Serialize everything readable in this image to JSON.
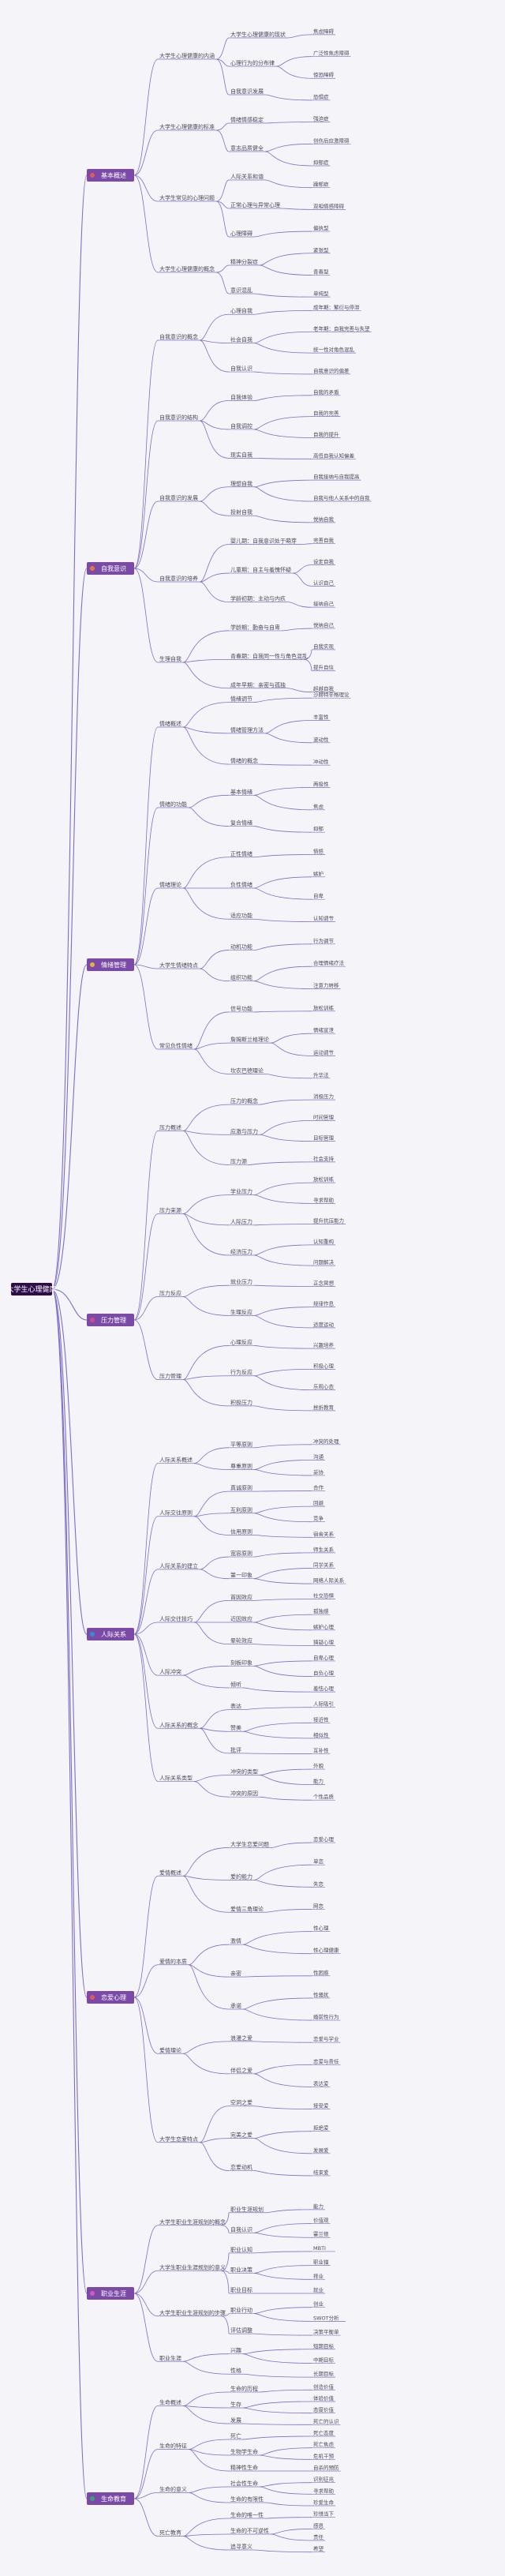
{
  "root": {
    "label": "大学生心理健康"
  },
  "colors": {
    "root_fill": "#2e0b4a",
    "chapter_fill": "#7a4aa6",
    "line": "#7a6fc8",
    "text": "#4a4a5a"
  },
  "chapters": [
    {
      "label": "基本概述",
      "icon": "heart-icon",
      "icon_color": "#e05a5a"
    },
    {
      "label": "自我意识",
      "icon": "dot-icon",
      "icon_color": "#e07a3a"
    },
    {
      "label": "情绪管理",
      "icon": "dot-icon",
      "icon_color": "#e0b53a"
    },
    {
      "label": "压力管理",
      "icon": "dot-icon",
      "icon_color": "#d04a8a"
    },
    {
      "label": "人际关系",
      "icon": "dot-icon",
      "icon_color": "#3a8ad0"
    },
    {
      "label": "恋爱心理",
      "icon": "dot-icon",
      "icon_color": "#e05a5a"
    },
    {
      "label": "职业生涯",
      "icon": "dot-icon",
      "icon_color": "#d05ac0"
    },
    {
      "label": "生命教育",
      "icon": "dot-icon",
      "icon_color": "#3aa07a"
    }
  ],
  "nodes": {
    "c1": [
      "大学生心理健康的内涵",
      "大学生心理健康的标准",
      "大学生常见的心理问题",
      "大学生心理健康的概念",
      "大学生心理健康的现状",
      "心理行为的分布律",
      "自我意识发展",
      "情绪情感稳定",
      "意志品质健全",
      "人际关系和谐",
      "正常心理与异常心理",
      "心理障碍",
      "精神分裂症",
      "意识混乱",
      "焦虑障碍",
      "广泛性焦虑障碍",
      "惊恐障碍",
      "恐惧症",
      "强迫症",
      "创伤后应激障碍",
      "抑郁症",
      "躁郁症",
      "双相情感障碍",
      "偏执型",
      "紧张型",
      "青春型",
      "单纯型"
    ],
    "c2": [
      "自我意识的概念",
      "自我意识的结构",
      "自我意识的发展",
      "自我意识的培养",
      "生理自我",
      "心理自我",
      "社会自我",
      "自我认识",
      "自我体验",
      "自我调控",
      "现实自我",
      "理想自我",
      "投射自我",
      "婴儿期：自我意识处于萌芽",
      "儿童期：自主与羞愧怀疑",
      "学龄初期：主动与内疚",
      "学龄期：勤奋与自卑",
      "青春期：自我同一性与角色混乱",
      "成年早期：亲密与孤独",
      "成年期：繁衍与停滞",
      "老年期：自我完善与失望",
      "统一性对角色混乱",
      "自我意识的偏差",
      "自我的矛盾",
      "自我的完善",
      "自我的提升",
      "高低自我认知偏差",
      "自我接纳与自我提高",
      "自我与他人关系中的自我",
      "悦纳自我",
      "完善自我",
      "设定自我",
      "认识自己",
      "接纳自己",
      "悦纳自己",
      "自我实现",
      "提升自信",
      "超越自我"
    ],
    "c3": [
      "情绪概述",
      "情绪的功能",
      "情绪理论",
      "大学生情绪特点",
      "常见负性情绪",
      "情绪调节",
      "情绪管理方法",
      "情绪的概念",
      "基本情绪",
      "复合情绪",
      "正性情绪",
      "负性情绪",
      "适应功能",
      "动机功能",
      "组织功能",
      "信号功能",
      "詹姆斯兰格理论",
      "坎农巴德理论",
      "沙赫特辛格理论",
      "丰富性",
      "波动性",
      "冲动性",
      "两极性",
      "焦虑",
      "抑郁",
      "愤怒",
      "嫉妒",
      "自卑",
      "认知调节",
      "行为调节",
      "合理情绪疗法",
      "注意力转移",
      "放松训练",
      "情绪宣泄",
      "运动调节",
      "升华法"
    ],
    "c4": [
      "压力概述",
      "压力来源",
      "压力反应",
      "压力管理",
      "压力的概念",
      "应激与压力",
      "压力源",
      "学业压力",
      "人际压力",
      "经济压力",
      "就业压力",
      "生理反应",
      "心理反应",
      "行为反应",
      "积极压力",
      "消极压力",
      "时间管理",
      "目标管理",
      "社会支持",
      "放松训练",
      "寻求帮助",
      "提升抗压能力",
      "认知重构",
      "问题解决",
      "正念冥想",
      "规律作息",
      "适度运动",
      "兴趣培养",
      "积极心理",
      "乐观心态",
      "挫折教育"
    ],
    "c5": [
      "人际关系概述",
      "人际交往原则",
      "人际关系的建立",
      "人际交往技巧",
      "人际冲突",
      "人际关系的概念",
      "人际关系类型",
      "平等原则",
      "尊重原则",
      "真诚原则",
      "互利原则",
      "信用原则",
      "宽容原则",
      "第一印象",
      "首因效应",
      "近因效应",
      "晕轮效应",
      "刻板印象",
      "倾听",
      "表达",
      "赞美",
      "批评",
      "冲突的类型",
      "冲突的原因",
      "冲突的处理",
      "沟通",
      "妥协",
      "合作",
      "回避",
      "竞争",
      "宿舍关系",
      "师生关系",
      "同学关系",
      "网络人际关系",
      "社交恐惧",
      "孤独感",
      "嫉妒心理",
      "猜疑心理",
      "自卑心理",
      "自负心理",
      "羞怯心理",
      "人际吸引",
      "接近性",
      "相似性",
      "互补性",
      "外貌",
      "能力",
      "个性品质"
    ],
    "c6": [
      "爱情概述",
      "爱情的本质",
      "爱情理论",
      "大学生恋爱特点",
      "大学生恋爱问题",
      "爱的能力",
      "爱情三角理论",
      "激情",
      "亲密",
      "承诺",
      "浪漫之爱",
      "伴侣之爱",
      "空洞之爱",
      "完美之爱",
      "恋爱动机",
      "恋爱心理",
      "单恋",
      "失恋",
      "网恋",
      "性心理",
      "性心理健康",
      "性困惑",
      "性骚扰",
      "婚前性行为",
      "恋爱与学业",
      "恋爱与责任",
      "表达爱",
      "接受爱",
      "拒绝爱",
      "发展爱",
      "结束爱"
    ],
    "c7": [
      "大学生职业生涯规划的概念",
      "大学生职业生涯规划的意义",
      "大学生职业生涯规划的步骤",
      "职业生涯",
      "职业生涯规划",
      "自我认识",
      "职业认知",
      "职业决策",
      "职业目标",
      "职业行动",
      "评估调整",
      "兴趣",
      "性格",
      "能力",
      "价值观",
      "霍兰德",
      "MBTI",
      "职业锚",
      "择业",
      "就业",
      "创业",
      "SWOT分析",
      "决策平衡单",
      "短期目标",
      "中期目标",
      "长期目标"
    ],
    "c8": [
      "生命概述",
      "生命的特征",
      "生命的意义",
      "死亡教育",
      "生命的历程",
      "生存",
      "发展",
      "死亡",
      "生物学生命",
      "精神性生命",
      "社会性生命",
      "生命的有限性",
      "生命的唯一性",
      "生命的不可逆性",
      "追寻意义",
      "创造价值",
      "体验价值",
      "态度价值",
      "死亡的认识",
      "死亡态度",
      "死亡焦虑",
      "危机干预",
      "自杀的预防",
      "识别征兆",
      "寻求帮助",
      "珍爱生命",
      "珍惜当下",
      "感恩",
      "责任",
      "希望"
    ]
  }
}
